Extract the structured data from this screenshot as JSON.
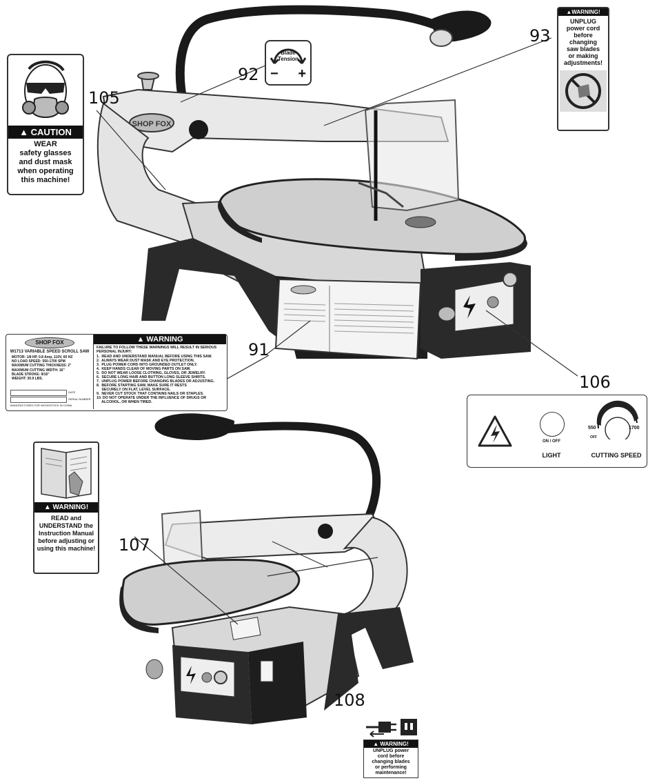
{
  "callouts": {
    "c105": "105",
    "c92": "92",
    "c93": "93",
    "c91": "91",
    "c106": "106",
    "c107": "107",
    "c108": "108"
  },
  "caution_label": {
    "head": "CAUTION",
    "line1": "WEAR",
    "line2": "safety glasses",
    "line3": "and dust mask",
    "line4": "when operating",
    "line5": "this machine!"
  },
  "tension_label": {
    "line1": "Blade",
    "line2": "Tension",
    "minus": "−",
    "plus": "+"
  },
  "unplug_label": {
    "head": "WARNING!",
    "line1": "UNPLUG",
    "line2": "power cord",
    "line3": "before",
    "line4": "changing",
    "line5": "saw blades",
    "line6": "or making",
    "line7": "adjustments!"
  },
  "id_label": {
    "brand": "SHOP FOX",
    "model": "W1713 VARIABLE SPEED SCROLL SAW",
    "specs": [
      "MOTOR: 1/8 HP, 0.8 Amp, 110V, 60 HZ",
      "NO LOAD SPEED: 550-1700 SPM",
      "MAXIMUM CUTTING THICKNESS: 2\"",
      "MAXIMUM CUTTING WIDTH: 16\"",
      "BLADE STROKE: 9/16\"",
      "WEIGHT: 30.9 LBS."
    ],
    "date_label": "DATE",
    "serial_label": "SERIAL NUMBER",
    "made": "MANUFACTURED FOR WOODSTOCK IN CHINA",
    "warn_head": "WARNING",
    "warn_intro": "FAILURE TO FOLLOW THESE WARNINGS WILL RESULT IN SERIOUS PERSONAL INJURY:",
    "warnings": [
      "1.  READ AND UNDERSTAND MANUAL BEFORE USING THIS SAW.",
      "2.  ALWAYS WEAR DUST MASK AND EYE PROTECTION.",
      "3.  PLUG POWER CORD INTO GROUNDED OUTLET ONLY.",
      "4.  KEEP HANDS CLEAR OF MOVING PARTS ON SAW.",
      "5.  DO NOT WEAR LOOSE CLOTHING, GLOVES, OR JEWELRY.",
      "6.  SECURE LONG HAIR AND BUTTON LONG SLEEVE SHIRTS.",
      "7.  UNPLUG POWER BEFORE CHANGING BLADES OR ADJUSTING.",
      "8.  BEFORE STARTING SAW, MAKE SURE IT RESTS",
      "     SECURELY ON FLAT, LEVEL SURFACE.",
      "9.  NEVER CUT STOCK THAT CONTAINS NAILS OR STAPLES.",
      "10. DO NOT OPERATE UNDER THE INFLUENCE OF DRUGS OR",
      "     ALCOHOL, OR WHEN TIRED."
    ]
  },
  "control_label": {
    "on_off": "ON / OFF",
    "light": "LIGHT",
    "speed_low": "550",
    "speed_high": "1700",
    "off": "OFF",
    "cutting_speed": "CUTTING SPEED"
  },
  "read_label": {
    "head": "WARNING!",
    "line1": "READ and",
    "line2": "UNDERSTAND the",
    "line3": "Instruction Manual",
    "line4": "before adjusting or",
    "line5": "using this machine!"
  },
  "plug_label": {
    "head": "WARNING!",
    "line1": "UNPLUG power",
    "line2": "cord before",
    "line3": "changing blades",
    "line4": "or performing",
    "line5": "maintenance!"
  },
  "saw": {
    "brand_badge": "SHOP FOX"
  }
}
